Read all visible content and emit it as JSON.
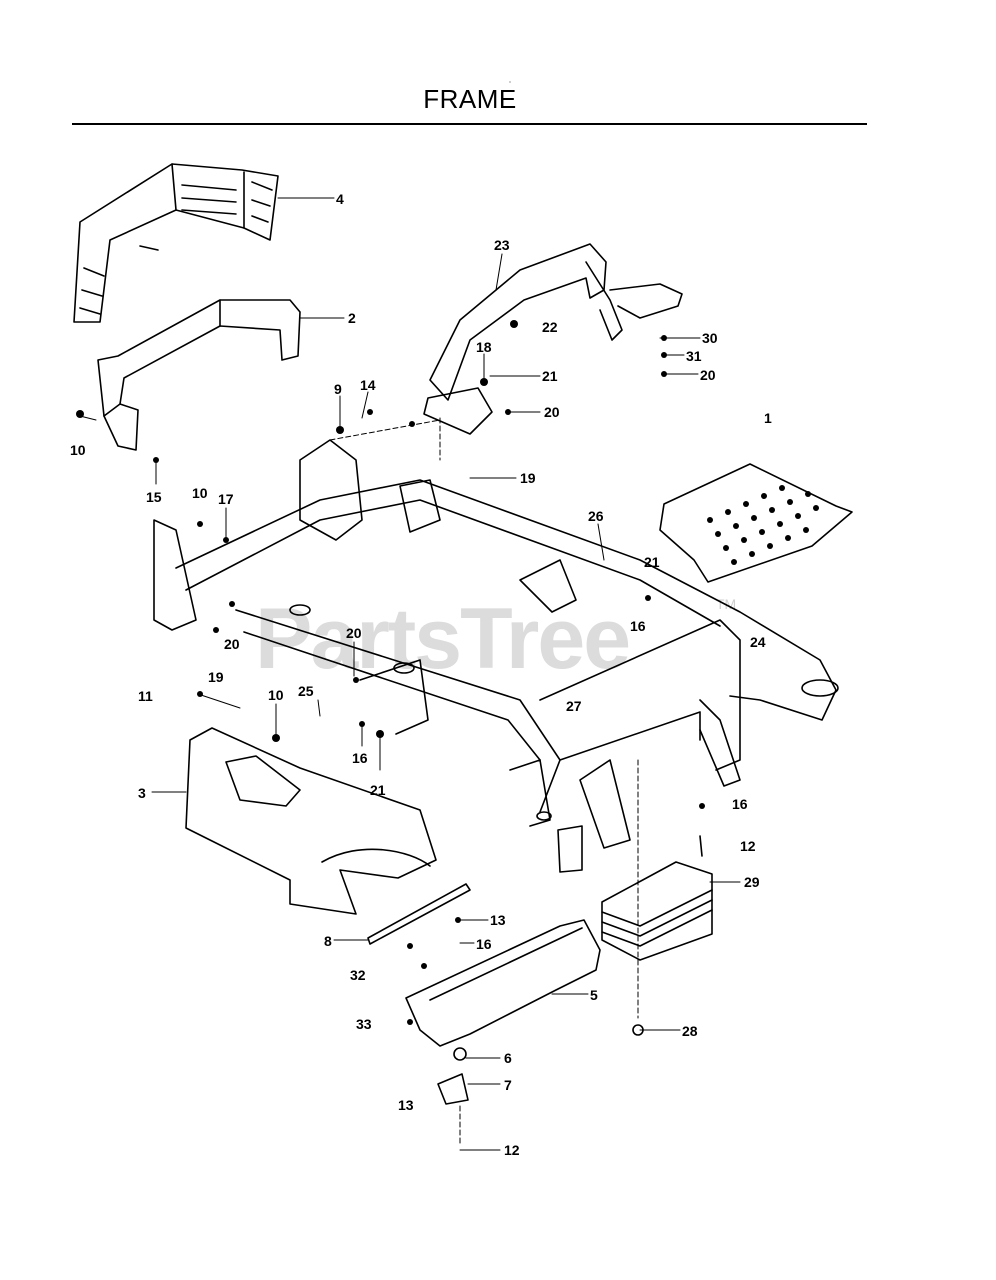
{
  "title": "FRAME",
  "watermark": "PartsTree",
  "trademark": "TM",
  "callouts": [
    "1",
    "2",
    "3",
    "4",
    "5",
    "6",
    "7",
    "8",
    "9",
    "10",
    "10",
    "10",
    "11",
    "12",
    "12",
    "13",
    "13",
    "14",
    "15",
    "16",
    "16",
    "16",
    "16",
    "17",
    "18",
    "19",
    "19",
    "20",
    "20",
    "20",
    "20",
    "21",
    "21",
    "21",
    "22",
    "23",
    "24",
    "25",
    "26",
    "27",
    "28",
    "29",
    "30",
    "31",
    "32",
    "33"
  ]
}
